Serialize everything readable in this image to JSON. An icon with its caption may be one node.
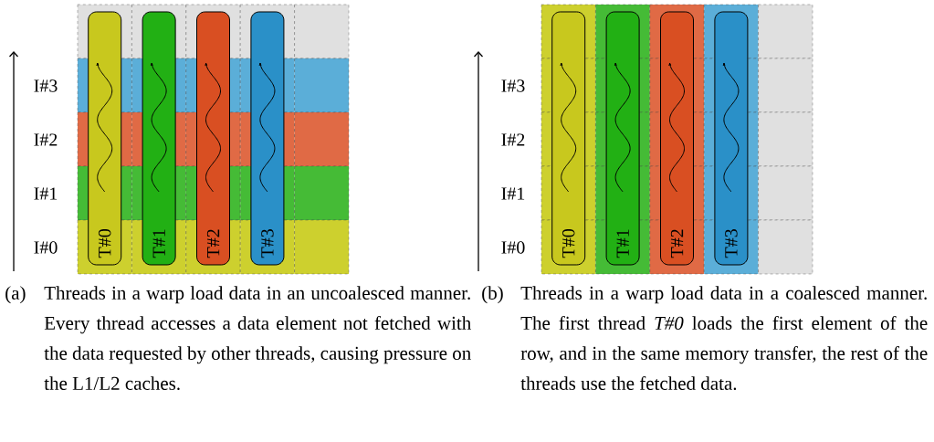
{
  "diagram": {
    "nodes": [
      {
        "text": [
          "T#0"
        ]
      },
      {
        "text": [
          "T#1"
        ]
      },
      {
        "text": [
          "T#2"
        ]
      },
      {
        "text": [
          "T#3"
        ]
      },
      {
        "text": [
          "T#0"
        ]
      },
      {
        "text": [
          "T#1"
        ]
      },
      {
        "text": [
          "T#2"
        ]
      },
      {
        "text": [
          "T#3"
        ]
      }
    ],
    "labels": [
      "I#3",
      "I#2",
      "I#1",
      "I#0",
      "I#3",
      "I#2",
      "I#1",
      "I#0",
      "(a)",
      "Threads in a warp load data in an uncoalesced manner. Every thread accesses a data element not fetched with the data requested by other threads, causing pressure on the L1/L2 caches.",
      "(b)",
      "Threads in a warp load data in a coalesced manner. The first thread *T#0* loads the first element of the row, and in the same memory transfer, the rest of the threads use the fetched data."
    ]
  }
}
